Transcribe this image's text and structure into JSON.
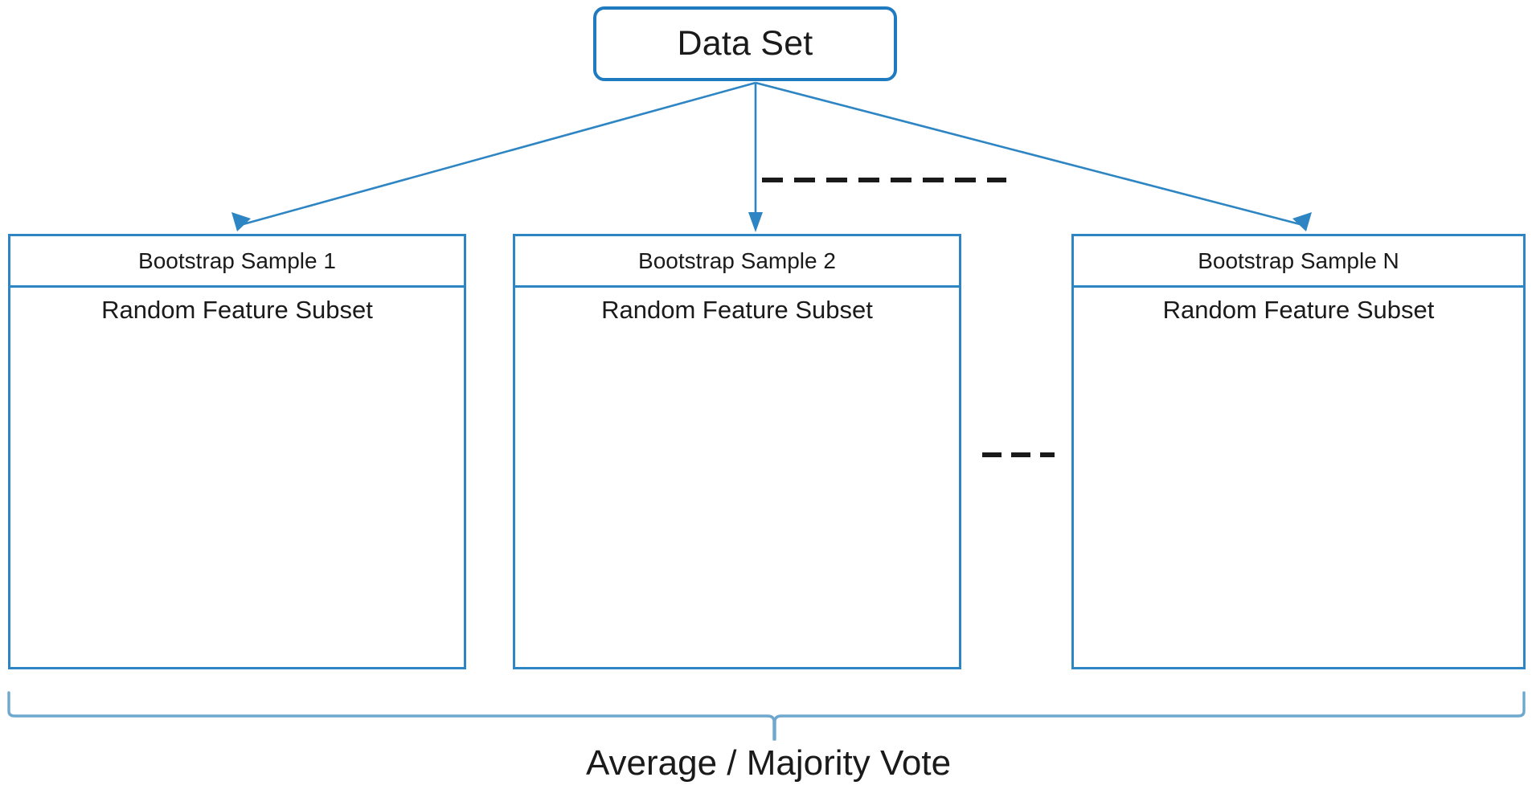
{
  "diagram": {
    "title_node": {
      "label": "Data Set",
      "shape": "rounded-rectangle",
      "border_color": "#1F7AC0"
    },
    "samples": [
      {
        "header": "Bootstrap Sample 1",
        "subset_label": "Random Feature Subset",
        "tree_color": "#C0282D"
      },
      {
        "header": "Bootstrap Sample 2",
        "subset_label": "Random Feature Subset",
        "tree_color": "#C0282D"
      },
      {
        "header": "Bootstrap Sample N",
        "subset_label": "Random Feature Subset",
        "tree_color": "#C0282D"
      }
    ],
    "ellipsis_top": "- - - - - - - - -",
    "ellipsis_middle": "- - -",
    "footer_label": "Average / Majority Vote",
    "colors": {
      "box_border": "#2E85C3",
      "arrow": "#2E85C3",
      "tree": "#C0282D",
      "dash": "#1a1a1a",
      "bracket": "#6FA8CF",
      "text": "#1a1a1a",
      "background": "#ffffff"
    }
  },
  "chart_data": {
    "type": "diagram",
    "title": "Random Forest ensemble schematic",
    "nodes": [
      {
        "id": "dataset",
        "label": "Data Set",
        "level": 0
      },
      {
        "id": "sample1",
        "label": "Bootstrap Sample 1",
        "level": 1
      },
      {
        "id": "sample2",
        "label": "Bootstrap Sample 2",
        "level": 1
      },
      {
        "id": "sampleN",
        "label": "Bootstrap Sample N",
        "level": 1
      },
      {
        "id": "vote",
        "label": "Average / Majority Vote",
        "level": 2
      }
    ],
    "edges": [
      {
        "from": "dataset",
        "to": "sample1",
        "style": "arrow"
      },
      {
        "from": "dataset",
        "to": "sample2",
        "style": "arrow"
      },
      {
        "from": "dataset",
        "to": "sampleN",
        "style": "arrow"
      },
      {
        "from": "sample1",
        "to": "vote",
        "style": "bracket"
      },
      {
        "from": "sample2",
        "to": "vote",
        "style": "bracket"
      },
      {
        "from": "sampleN",
        "to": "vote",
        "style": "bracket"
      }
    ],
    "annotations": [
      "- - - - - - - - -",
      "- - -"
    ]
  }
}
